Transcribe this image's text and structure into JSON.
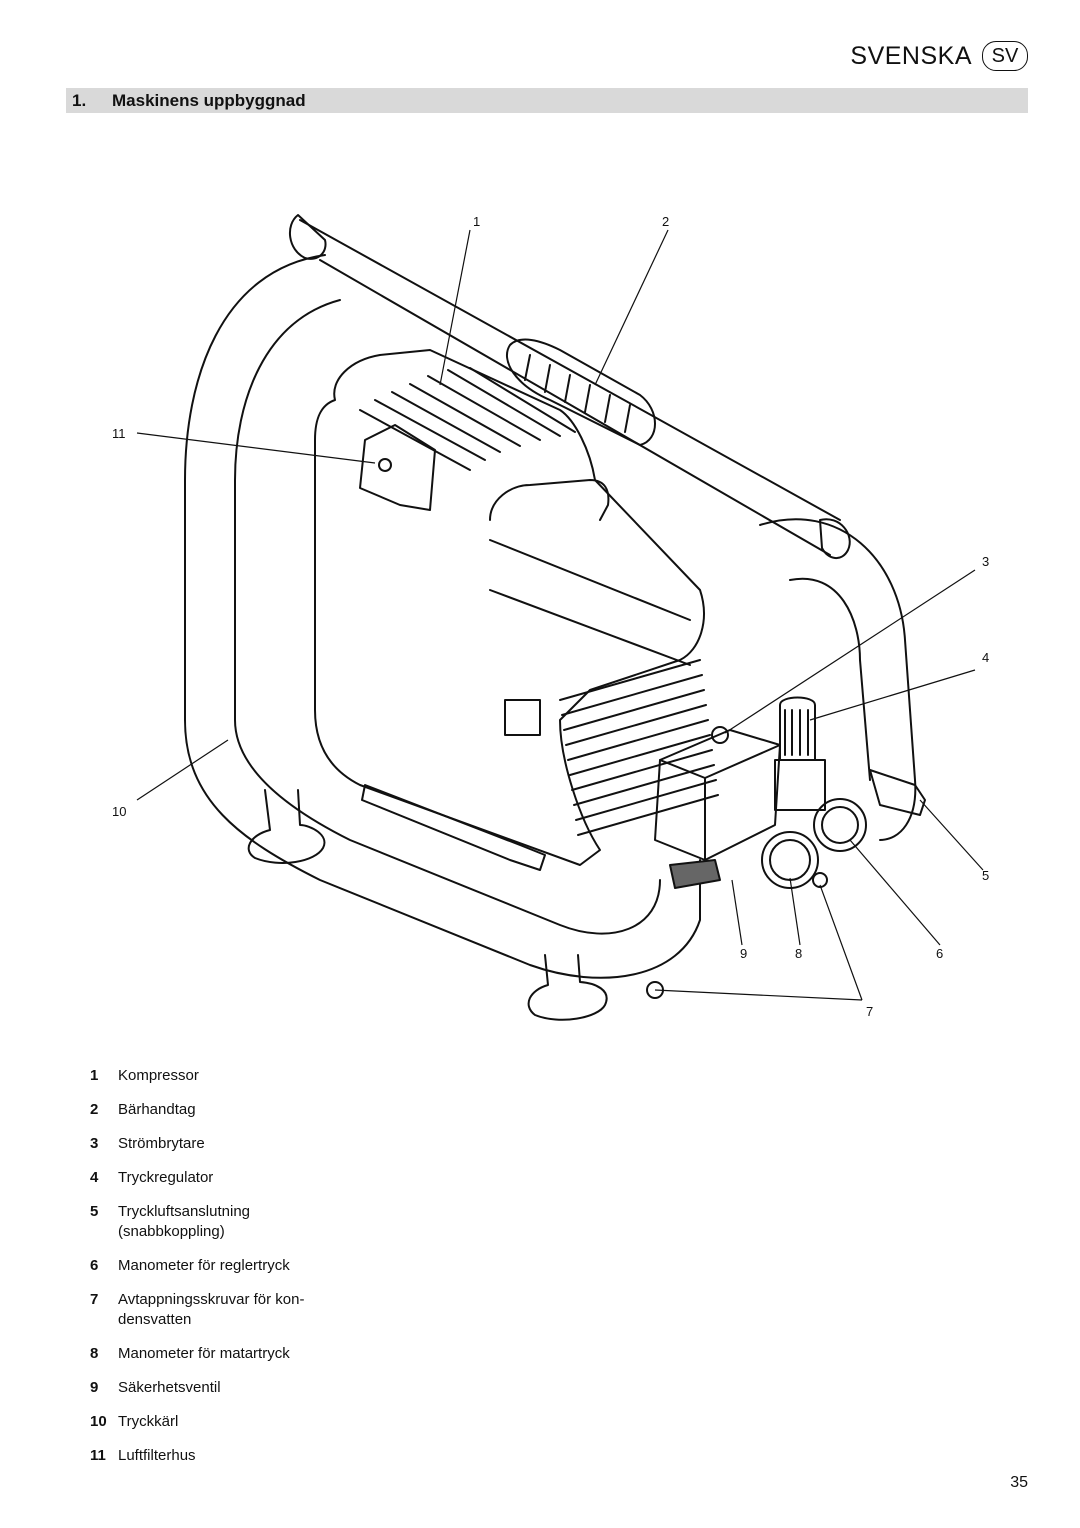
{
  "header": {
    "language_label": "SVENSKA",
    "language_code": "SV"
  },
  "section": {
    "number": "1.",
    "title": "Maskinens uppbyggnad"
  },
  "figure": {
    "callouts": [
      "1",
      "2",
      "3",
      "4",
      "5",
      "6",
      "7",
      "8",
      "9",
      "10",
      "11"
    ]
  },
  "legend": [
    {
      "num": "1",
      "text": "Kompressor"
    },
    {
      "num": "2",
      "text": "Bärhandtag"
    },
    {
      "num": "3",
      "text": "Strömbrytare"
    },
    {
      "num": "4",
      "text": "Tryckregulator"
    },
    {
      "num": "5",
      "text": "Tryckluftsanslutning (snabbkoppling)"
    },
    {
      "num": "6",
      "text": "Manometer för reglertryck"
    },
    {
      "num": "7",
      "text": "Avtappningsskruvar för kon- densvatten"
    },
    {
      "num": "8",
      "text": "Manometer för matartryck"
    },
    {
      "num": "9",
      "text": "Säkerhetsventil"
    },
    {
      "num": "10",
      "text": "Tryckkärl"
    },
    {
      "num": "11",
      "text": "Luftfilterhus"
    }
  ],
  "footer": {
    "page_number": "35"
  }
}
